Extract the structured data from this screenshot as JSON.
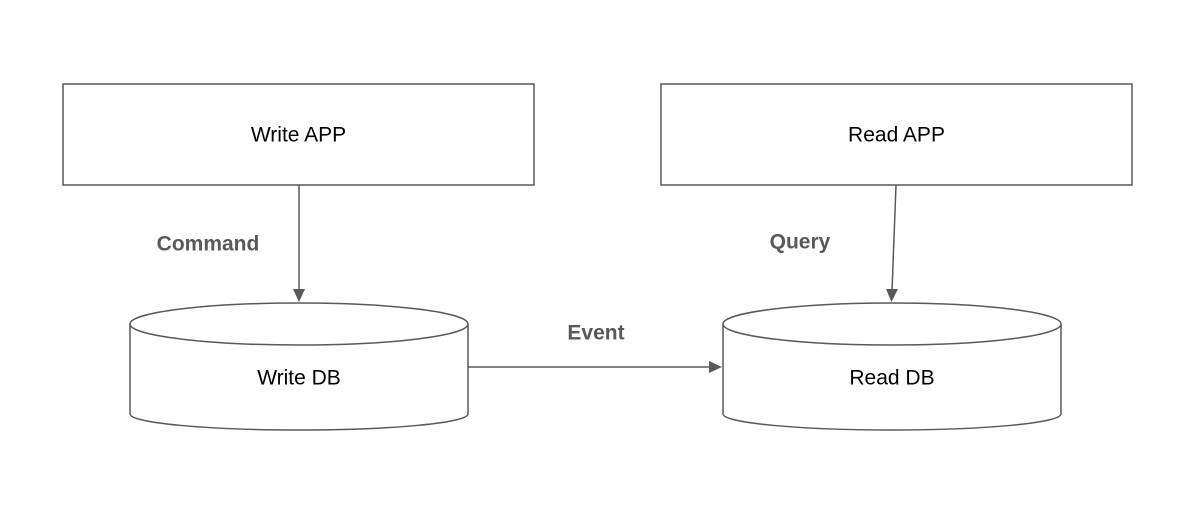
{
  "diagram": {
    "nodes": {
      "write_app": {
        "label": "Write APP",
        "shape": "rectangle"
      },
      "read_app": {
        "label": "Read APP",
        "shape": "rectangle"
      },
      "write_db": {
        "label": "Write DB",
        "shape": "cylinder"
      },
      "read_db": {
        "label": "Read DB",
        "shape": "cylinder"
      }
    },
    "edges": {
      "command": {
        "label": "Command",
        "from": "write_app",
        "to": "write_db"
      },
      "query": {
        "label": "Query",
        "from": "read_app",
        "to": "read_db"
      },
      "event": {
        "label": "Event",
        "from": "write_db",
        "to": "read_db"
      }
    },
    "colors": {
      "stroke": "#595959",
      "edge_label": "#595959",
      "node_label": "#000000",
      "background": "#ffffff"
    }
  }
}
